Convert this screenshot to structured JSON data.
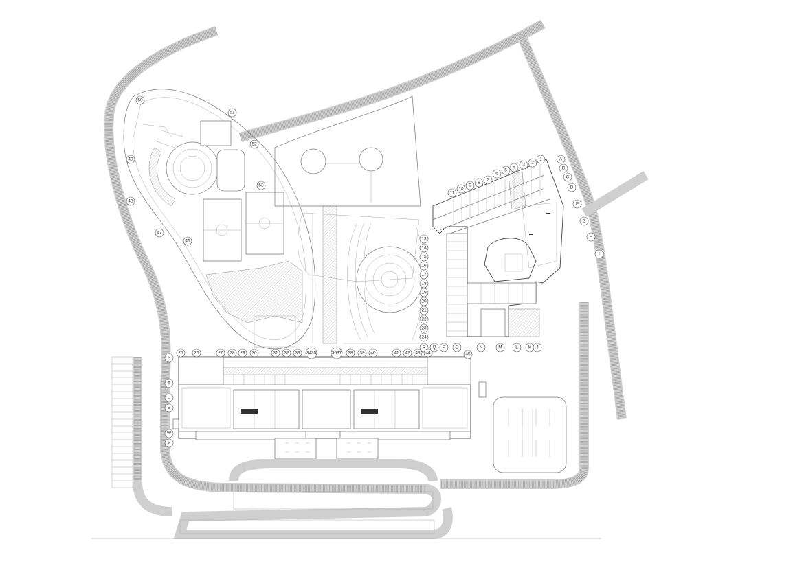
{
  "drawing": {
    "type": "site plan",
    "grid_labels_top_right": [
      "1",
      "2",
      "3",
      "4",
      "5",
      "6",
      "7",
      "8",
      "9",
      "10",
      "11"
    ],
    "grid_labels_right_letters": [
      "A",
      "B",
      "C",
      "D",
      "F",
      "G",
      "H",
      "I"
    ],
    "grid_labels_east_wing": [
      "13",
      "14",
      "15",
      "16",
      "17",
      "18",
      "19",
      "20",
      "21",
      "22",
      "23",
      "24"
    ],
    "grid_labels_east_bottom": [
      "R",
      "Q",
      "P",
      "O",
      "N",
      "M",
      "L",
      "K",
      "J",
      "45"
    ],
    "grid_labels_main_top": [
      "25",
      "26",
      "27",
      "28",
      "29",
      "30",
      "31",
      "32",
      "33",
      "3435",
      "3637",
      "38",
      "39",
      "40",
      "41",
      "42",
      "43",
      "44"
    ],
    "grid_labels_main_left": [
      "S",
      "T",
      "U",
      "V",
      "W",
      "X"
    ],
    "grid_labels_sports": [
      "50",
      "51",
      "52",
      "53",
      "49",
      "48",
      "47",
      "46"
    ]
  }
}
